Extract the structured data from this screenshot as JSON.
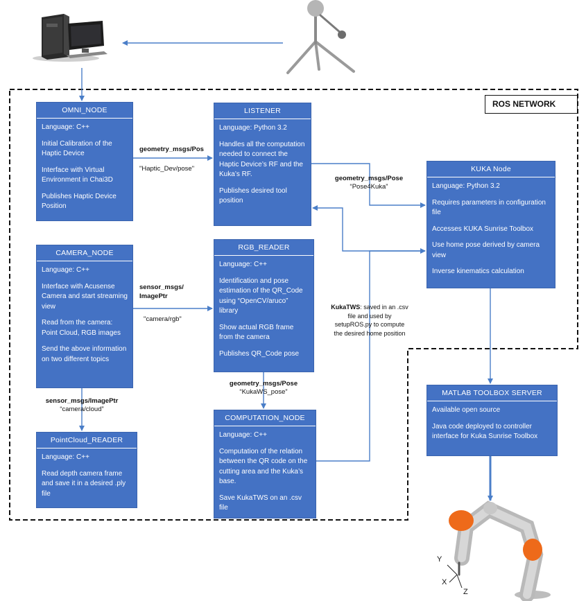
{
  "network_title": "ROS NETWORK",
  "colors": {
    "node_fill": "#4472c4",
    "arrow": "#4a7ec8",
    "boundary": "#111111"
  },
  "nodes": {
    "omni": {
      "title": "OMNI_NODE",
      "items": [
        "Language: C++",
        "Initial Calibration of the Haptic Device",
        "Interface with Virtual Environment in Chai3D",
        "Publishes Haptic Device Position"
      ]
    },
    "listener": {
      "title": "LISTENER",
      "items": [
        "Language: Python 3.2",
        "Handles all the computation needed to connect the Haptic Device’s RF and the Kuka’s RF.",
        "Publishes desired tool position"
      ]
    },
    "kuka": {
      "title": "KUKA Node",
      "items": [
        "Language: Python 3.2",
        "Requires parameters in configuration file",
        "Accesses KUKA Sunrise Toolbox",
        "Use home pose derived by camera view",
        "Inverse kinematics calculation"
      ]
    },
    "camera": {
      "title": "CAMERA_NODE",
      "items": [
        "Language: C++",
        "Interface with Acusense Camera and start streaming view",
        "Read from the camera: Point Cloud, RGB images",
        "Send the above information on two different topics"
      ]
    },
    "rgb": {
      "title": "RGB_READER",
      "items": [
        "Language: C++",
        "Identification and pose estimation of the QR_Code using “OpenCV/aruco” library",
        "Show actual RGB frame from the camera",
        "Publishes QR_Code pose"
      ]
    },
    "pointcloud": {
      "title": "PointCloud_READER",
      "items": [
        "Language: C++",
        "Read depth camera frame and save it in a desired .ply file"
      ]
    },
    "computation": {
      "title": "COMPUTATION_NODE",
      "items": [
        "Language: C++",
        "Computation of the relation between the QR code on the cutting area and the Kuka’s base.",
        "Save KukaTWS on an .csv file"
      ]
    },
    "matlab": {
      "title": "MATLAB TOOLBOX SERVER",
      "items": [
        "Available open source",
        "Java code deployed to controller interface for Kuka Sunrise Toolbox"
      ]
    }
  },
  "edges": {
    "omni_listener": {
      "topic": "geometry_msgs/Pos",
      "name": "\"Haptic_Dev/pose\""
    },
    "listener_kuka": {
      "topic": "geometry_msgs/Pose",
      "name": "“Pose4Kuka”"
    },
    "camera_rgb": {
      "topic1": "sensor_msgs/",
      "topic2": "ImagePtr",
      "name": "\"camera/rgb\""
    },
    "camera_pointcloud": {
      "topic": "sensor_msgs/ImagePtr",
      "name": "“camera/cloud”"
    },
    "rgb_computation": {
      "topic": "geometry_msgs/Pose",
      "name": "“KukaWS_pose”"
    },
    "kukatws": {
      "bold": "KukaTWS",
      "rest1": ": saved in an .csv",
      "line2": "file and used by",
      "line3": "setupROS.py to compute",
      "line4": "the desired home position"
    }
  },
  "robot_axes": {
    "y": "Y",
    "x": "X",
    "z": "Z"
  }
}
